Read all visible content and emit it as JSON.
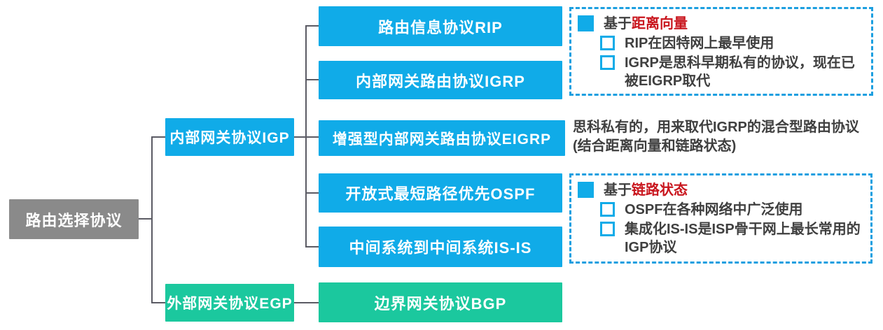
{
  "colors": {
    "blue": "#10ABE8",
    "green": "#1BC89E",
    "gray": "#8A8A8A",
    "line": "#5B5B64",
    "dash": "#1C9FE0",
    "text": "#3F3F3F",
    "red": "#C9161E"
  },
  "nodes": {
    "root": "路由选择协议",
    "igp": "内部网关协议IGP",
    "egp": "外部网关协议EGP",
    "rip": "路由信息协议RIP",
    "igrp": "内部网关路由协议IGRP",
    "eigrp": "增强型内部网关路由协议EIGRP",
    "ospf": "开放式最短路径优先OSPF",
    "isis": "中间系统到中间系统IS-IS",
    "bgp": "边界网关协议BGP"
  },
  "panels": {
    "distance_vector": {
      "prefix": "基于",
      "highlight": "距离向量",
      "items": [
        "RIP在因特网上最早使用",
        "IGRP是思科早期私有的协议，现在已被EIGRP取代"
      ]
    },
    "link_state": {
      "prefix": "基于",
      "highlight": "链路状态",
      "items": [
        "OSPF在各种网络中广泛使用",
        "集成化IS-IS是ISP骨干网上最长常用的IGP协议"
      ]
    }
  },
  "eigrp_note": {
    "line1": "思科私有的，用来取代IGRP的混合型路由协议",
    "line2": "(结合距离向量和链路状态)"
  }
}
